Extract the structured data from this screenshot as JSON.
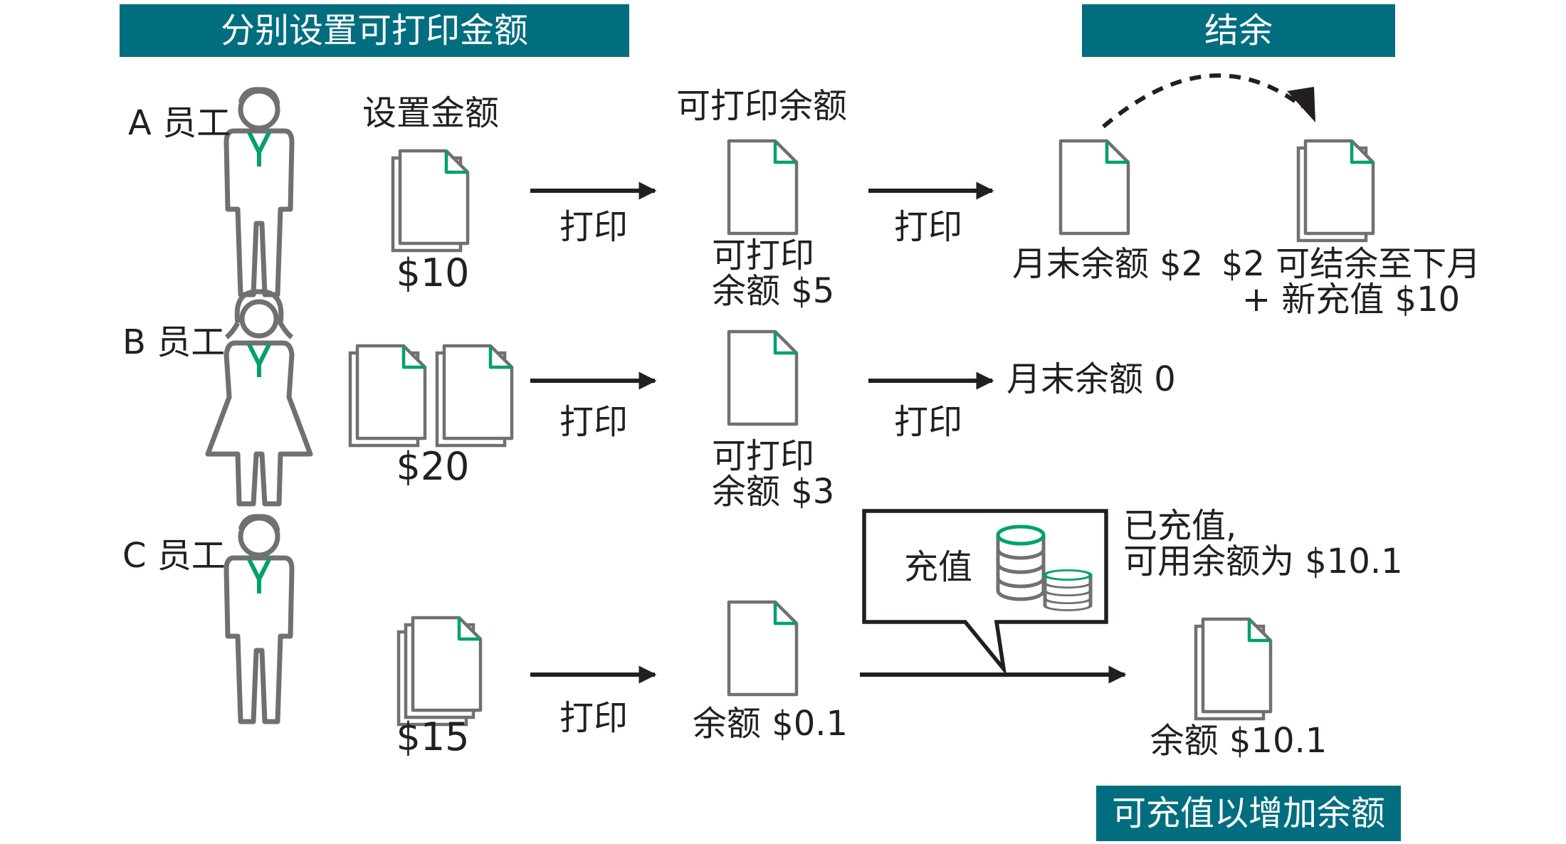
{
  "colors": {
    "teal": "#006e7f",
    "green": "#00a070",
    "gray": "#707070",
    "dark": "#231f20",
    "page_fold": "#00a070"
  },
  "headers": {
    "set_amount": "分别设置可打印金额",
    "carry_over": "结余",
    "top_up": "可充值以增加余额"
  },
  "columns": {
    "set_amount": "设置金额",
    "printable_balance": "可打印余额"
  },
  "print_label": "打印",
  "employees": [
    {
      "name": "A 员工",
      "icon": "male-person-icon",
      "amount": "$10",
      "balance_line1": "可打印",
      "balance_line2": "余额 $5",
      "month_end": "月末余额 $2",
      "carry_line1": "$2 可结余至下月",
      "carry_line2": "+ 新充值 $10"
    },
    {
      "name": "B 员工",
      "icon": "female-person-icon",
      "amount": "$20",
      "balance_line1": "可打印",
      "balance_line2": "余额 $3",
      "month_end": "月末余额 0"
    },
    {
      "name": "C 员工",
      "icon": "male-person-icon",
      "amount": "$15",
      "balance": "余额 $0.1",
      "recharge_bubble": "充值",
      "recharge_note_line1": "已充值,",
      "recharge_note_line2": "可用余额为 $10.1",
      "final_balance": "余额 $10.1"
    }
  ],
  "icons": [
    "document-icon",
    "document-stack-icon",
    "coin-stack-icon",
    "arrow-right-icon",
    "dashed-curved-arrow-icon"
  ]
}
